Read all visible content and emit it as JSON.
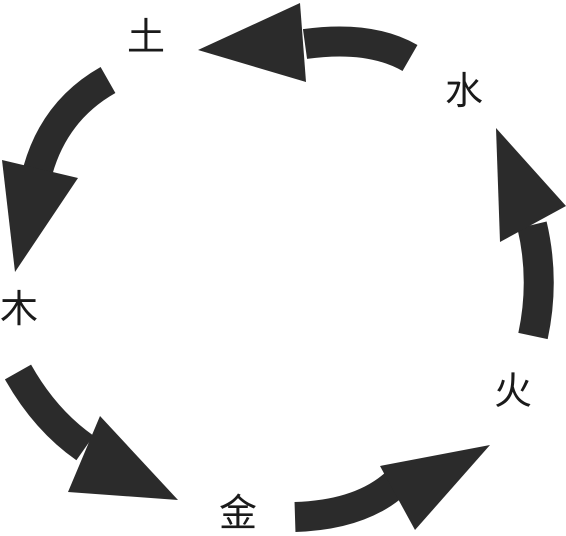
{
  "elements": [
    {
      "key": "earth",
      "label": "土"
    },
    {
      "key": "water",
      "label": "水"
    },
    {
      "key": "fire",
      "label": "火"
    },
    {
      "key": "metal",
      "label": "金"
    },
    {
      "key": "wood",
      "label": "木"
    }
  ],
  "arrows": [
    {
      "from": "water",
      "to": "earth"
    },
    {
      "from": "earth",
      "to": "wood"
    },
    {
      "from": "wood",
      "to": "metal"
    },
    {
      "from": "metal",
      "to": "fire"
    },
    {
      "from": "fire",
      "to": "water"
    }
  ],
  "colors": {
    "arrow": "#2b2b2b",
    "text": "#1a1a1a",
    "background": "#ffffff"
  }
}
